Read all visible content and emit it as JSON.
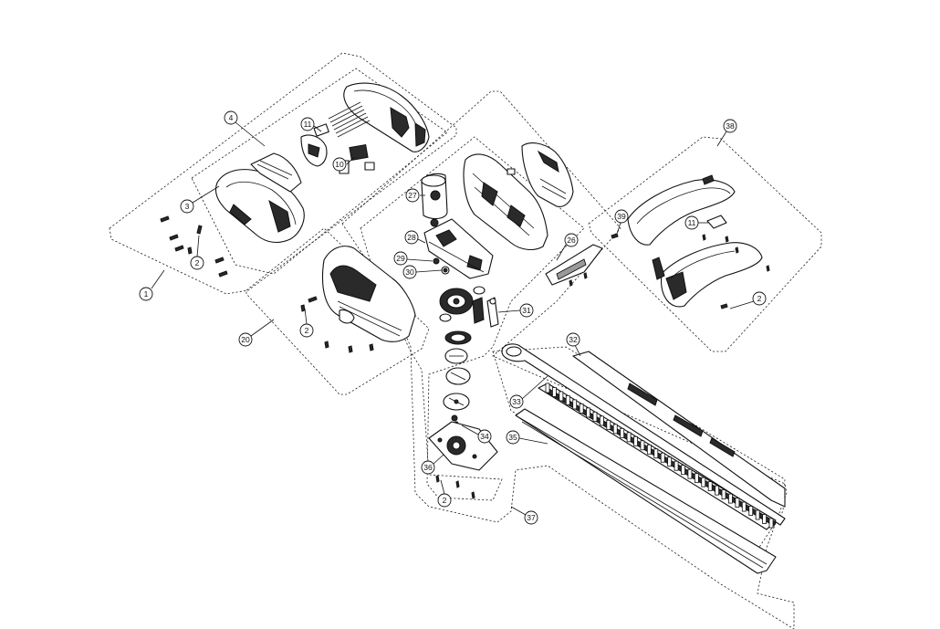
{
  "callouts": [
    {
      "id": "c1",
      "label": "1"
    },
    {
      "id": "c2a",
      "label": "2"
    },
    {
      "id": "c2b",
      "label": "2"
    },
    {
      "id": "c2c",
      "label": "2"
    },
    {
      "id": "c2d",
      "label": "2"
    },
    {
      "id": "c3",
      "label": "3"
    },
    {
      "id": "c4",
      "label": "4"
    },
    {
      "id": "c10",
      "label": "10"
    },
    {
      "id": "c11a",
      "label": "11"
    },
    {
      "id": "c11b",
      "label": "11"
    },
    {
      "id": "c20",
      "label": "20"
    },
    {
      "id": "c26",
      "label": "26"
    },
    {
      "id": "c27",
      "label": "27"
    },
    {
      "id": "c28",
      "label": "28"
    },
    {
      "id": "c29",
      "label": "29"
    },
    {
      "id": "c30",
      "label": "30"
    },
    {
      "id": "c31",
      "label": "31"
    },
    {
      "id": "c32",
      "label": "32"
    },
    {
      "id": "c33",
      "label": "33"
    },
    {
      "id": "c34",
      "label": "34"
    },
    {
      "id": "c35",
      "label": "35"
    },
    {
      "id": "c36",
      "label": "36"
    },
    {
      "id": "c37",
      "label": "37"
    },
    {
      "id": "c38",
      "label": "38"
    },
    {
      "id": "c39",
      "label": "39"
    }
  ]
}
